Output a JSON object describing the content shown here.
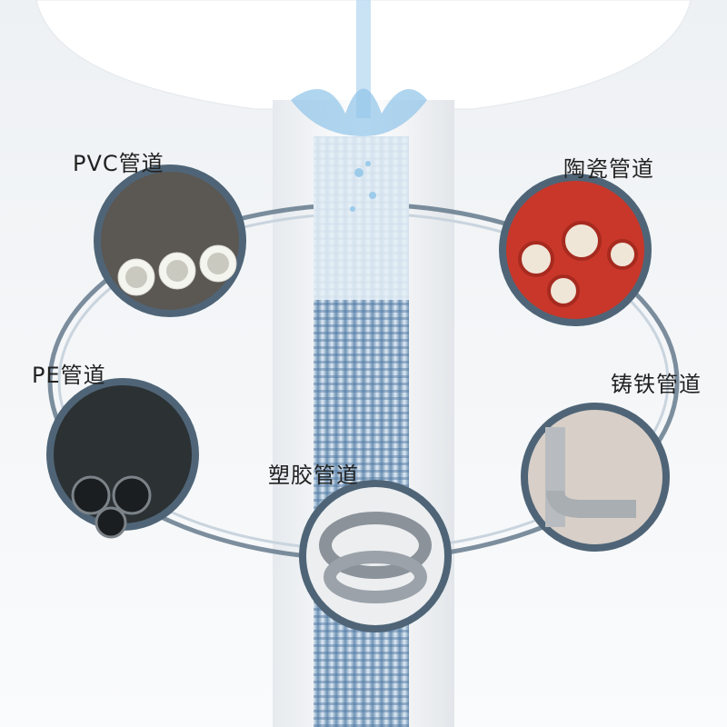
{
  "labels": {
    "pvc": "PVC管道",
    "ceramic": "陶瓷管道",
    "pe": "PE管道",
    "cast_iron": "铸铁管道",
    "plastic": "塑胶管道"
  },
  "colors": {
    "ring": "#5d7386",
    "circle_border": "#4f6577",
    "water": "#8fc3e8",
    "pipe_blue": "#7fa6c8",
    "ceramic_red": "#c8372a"
  }
}
